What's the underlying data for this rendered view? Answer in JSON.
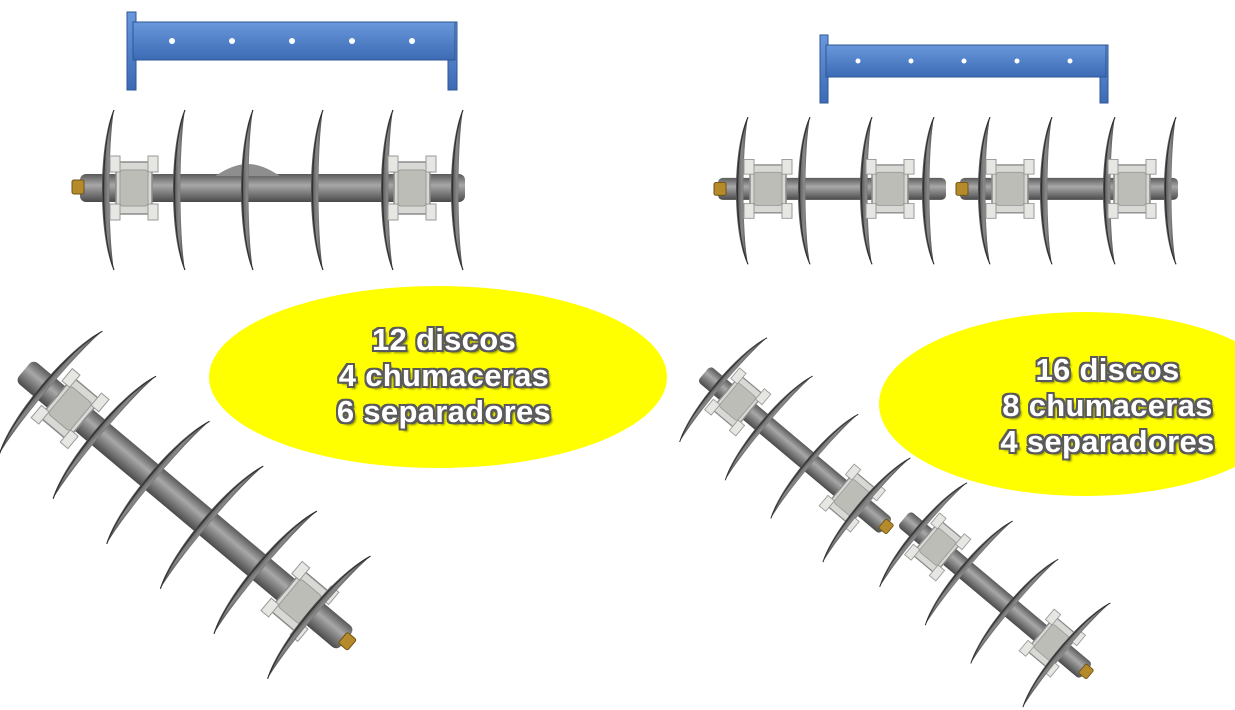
{
  "configurations": [
    {
      "id": "left",
      "lines": [
        "12 discos",
        "4 chumaceras",
        "6 separadores"
      ]
    },
    {
      "id": "right",
      "lines": [
        "16 discos",
        "8 chumaceras",
        "4 separadores"
      ]
    }
  ],
  "colors": {
    "frame_blue": "#4a7cc8",
    "bubble_yellow": "#ffff00",
    "disc_gray": "#6b6b6b",
    "shaft_gray": "#7a7a7a",
    "bearing_light": "#d8d8d4",
    "nut_gold": "#b58a2a"
  }
}
